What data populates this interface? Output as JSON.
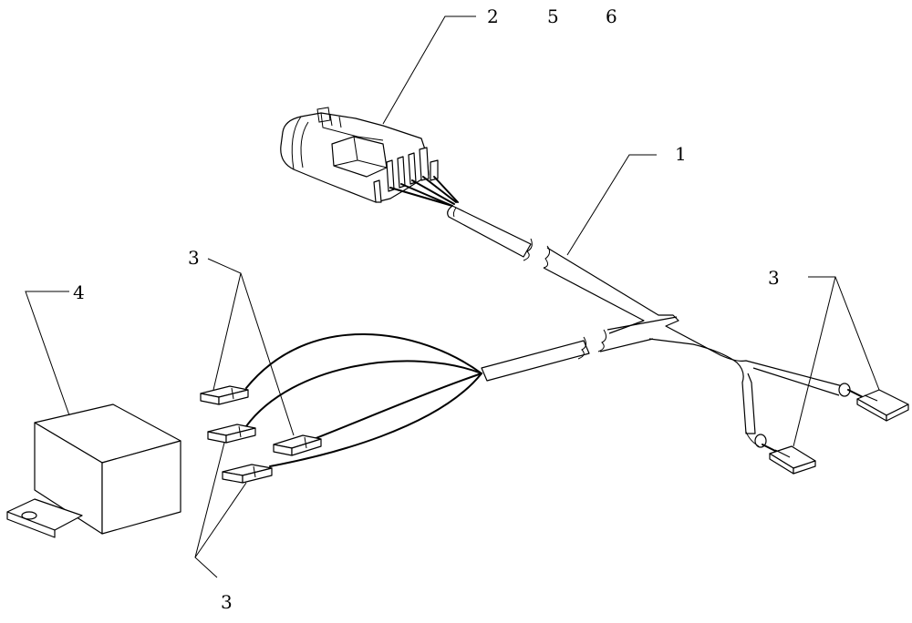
{
  "labels": {
    "wire_harness": "1",
    "connector": "2",
    "terminal_group_left_top": "3",
    "terminal_group_right": "3",
    "terminal_group_left_bottom": "3",
    "relay_module": "4",
    "label_5": "5",
    "label_6": "6"
  }
}
